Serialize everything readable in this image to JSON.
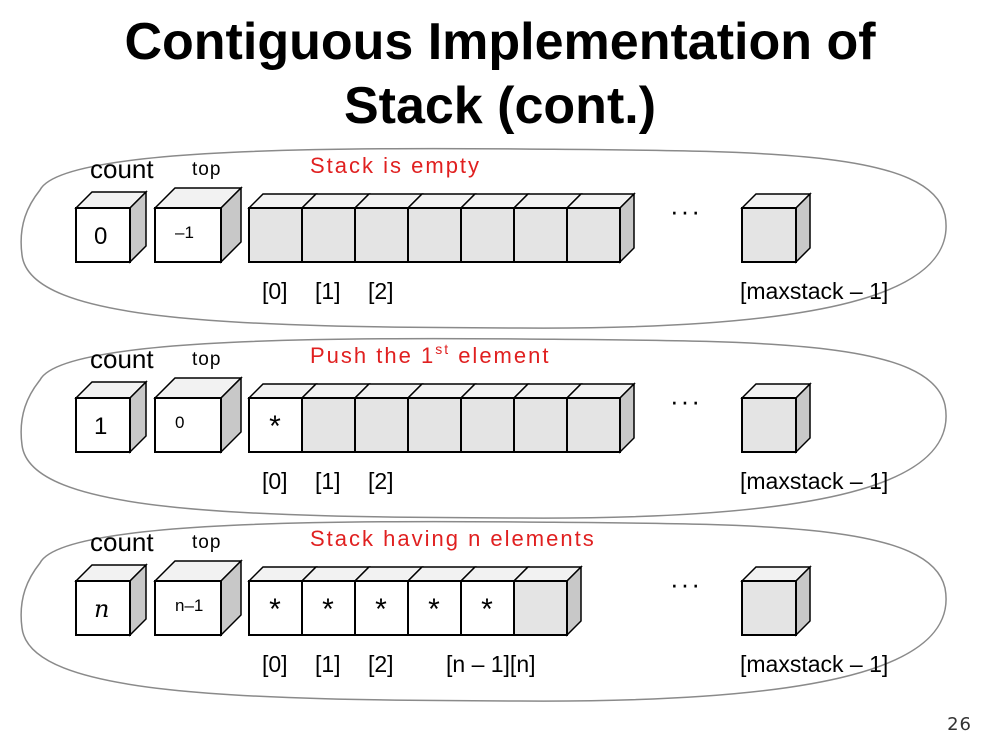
{
  "title": {
    "line1": "Contiguous Implementation of",
    "line2": "Stack (cont.)"
  },
  "page_number": "26",
  "colors": {
    "caption": "#e02020",
    "cell_fill": "#e4e4e4",
    "cell_top": "#f2f2f2",
    "cell_side": "#c8c8c8",
    "outline": "#000000"
  },
  "panels": [
    {
      "count_label": "count",
      "top_label": "top",
      "caption": "Stack is empty",
      "caption_sup": "",
      "caption_rest": "",
      "count_value": "0",
      "top_value": "–1",
      "items": [
        "",
        "",
        "",
        "",
        "",
        "",
        ""
      ],
      "ellipsis": "···",
      "index_labels": [
        "[0]",
        "[1]",
        "[2]"
      ],
      "extra_index": "",
      "last_index": "[maxstack – 1]"
    },
    {
      "count_label": "count",
      "top_label": "top",
      "caption": "Push the 1",
      "caption_sup": "st",
      "caption_rest": " element",
      "count_value": "1",
      "top_value": "0",
      "items": [
        "*",
        "",
        "",
        "",
        "",
        "",
        ""
      ],
      "ellipsis": "···",
      "index_labels": [
        "[0]",
        "[1]",
        "[2]"
      ],
      "extra_index": "",
      "last_index": "[maxstack – 1]"
    },
    {
      "count_label": "count",
      "top_label": "top",
      "caption": "Stack having n elements",
      "caption_sup": "",
      "caption_rest": "",
      "count_value": "n",
      "top_value": "n–1",
      "items": [
        "*",
        "*",
        "*",
        "*",
        "*",
        ""
      ],
      "ellipsis": "···",
      "index_labels": [
        "[0]",
        "[1]",
        "[2]"
      ],
      "extra_index": "[n – 1][n]",
      "last_index": "[maxstack – 1]"
    }
  ]
}
